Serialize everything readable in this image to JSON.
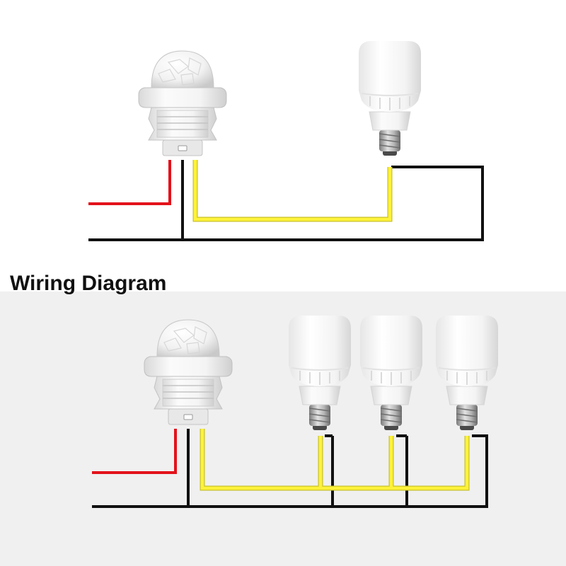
{
  "title": "Wiring Diagram",
  "colors": {
    "live": "#e3121b",
    "neutral": "#111111",
    "switched": "#fff23a",
    "switched_edge": "#c9c22a",
    "panel": "#f0f0f0",
    "plastic": "#f5f5f5"
  },
  "components": {
    "sensor": "pir-motion-sensor",
    "lamp": "led-bulb"
  },
  "diagrams": [
    {
      "sensors": 1,
      "bulbs": 1
    },
    {
      "sensors": 1,
      "bulbs": 3
    }
  ]
}
